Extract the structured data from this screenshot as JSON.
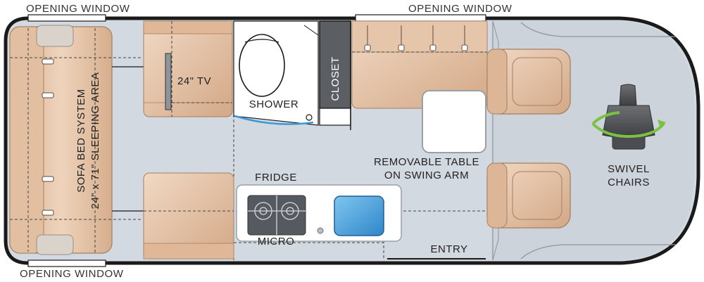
{
  "windows": {
    "top_left": "OPENING WINDOW",
    "top_right": "OPENING WINDOW",
    "bottom_left": "OPENING WINDOW"
  },
  "rooms": {
    "sofa_line1": "SOFA BED SYSTEM",
    "sofa_line2": "24\" x 71\" SLEEPING AREA",
    "tv": "24\" TV",
    "shower": "SHOWER",
    "closet": "CLOSET",
    "fridge": "FRIDGE",
    "micro": "MICRO",
    "table_line1": "REMOVABLE TABLE",
    "table_line2": "ON SWING ARM",
    "entry": "ENTRY",
    "swivel_line1": "SWIVEL",
    "swivel_line2": "CHAIRS"
  },
  "colors": {
    "floor": "#d3d9e0",
    "wall": "#1a1a1a",
    "upholstery": "#e8c8ad",
    "upholstery_dark": "#c9a181",
    "cab": "#cdd3da",
    "sink_water": "#3a9ad9",
    "cooktop": "#555a60",
    "swivel_arrow": "#7cc242"
  }
}
